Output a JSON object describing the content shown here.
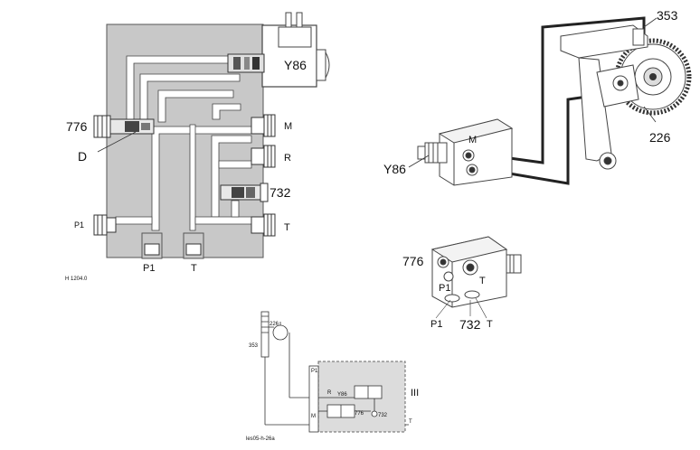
{
  "valve_block": {
    "labels": {
      "solenoid": "Y86",
      "valve_776": "776",
      "detail_d": "D",
      "port_m": "M",
      "port_r": "R",
      "valve_732": "732",
      "port_t_right": "T",
      "port_p1_left": "P1",
      "port_p1_bottom": "P1",
      "port_t_bottom": "T"
    },
    "drawing_ref": "H 1204.0"
  },
  "governor_view": {
    "labels": {
      "part_353": "353",
      "part_226": "226",
      "solenoid": "Y86",
      "port_m": "M"
    }
  },
  "block_detail": {
    "labels": {
      "valve_776": "776",
      "port_p1_upper": "P1",
      "port_t_upper": "T",
      "port_p1_lower": "P1",
      "valve_732": "732",
      "port_t_lower": "T"
    }
  },
  "schematic": {
    "labels": {
      "part_226": "226",
      "part_353": "353",
      "region": "III",
      "solenoid": "Y86",
      "valve_776": "776",
      "valve_732": "732",
      "port_r": "R",
      "port_p1": "P1",
      "port_t": "T",
      "port_m": "M"
    },
    "drawing_ref": "les05-h-26a"
  }
}
